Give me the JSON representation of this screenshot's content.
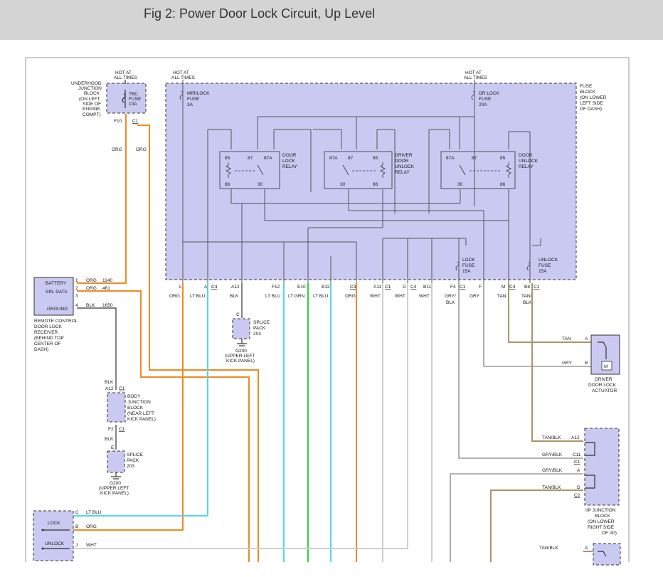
{
  "header": {
    "title": "Fig 2: Power Door Lock Circuit, Up Level"
  },
  "underhood": {
    "hot": [
      "HOT AT",
      "ALL TIMES"
    ],
    "desc": [
      "UNDERHOOD",
      "JUNCTION",
      "BLOCK",
      "(ON LEFT",
      "SIDE OF",
      "ENGINE",
      "COMPT)"
    ],
    "fuse": [
      "TBC",
      "FUSE",
      "10A"
    ],
    "pin_left": "F10",
    "pin_right": "C1",
    "wire_left": "ORG",
    "wire_right": "ORG"
  },
  "fuse_block": {
    "hot1": [
      "HOT AT",
      "ALL TIMES"
    ],
    "hot2": [
      "HOT AT",
      "ALL TIMES"
    ],
    "mir_fuse": [
      "MIR/LOCK",
      "FUSE",
      "3A"
    ],
    "dr_fuse": [
      "DR LOCK",
      "FUSE",
      "20A"
    ],
    "desc": [
      "FUSE",
      "BLOCK",
      "(ON LOWER",
      "LEFT SIDE",
      "OF DASH)"
    ],
    "lock_fuse": [
      "LOCK",
      "FUSE",
      "15A"
    ],
    "unlock_fuse": [
      "UNLOCK",
      "FUSE",
      "15A"
    ]
  },
  "relays": [
    {
      "name": [
        "DOOR",
        "LOCK",
        "RELAY"
      ],
      "pins": [
        "85",
        "87",
        "87A",
        "86",
        "30"
      ]
    },
    {
      "name": [
        "DRIVER",
        "DOOR",
        "UNLOCK",
        "RELAY"
      ],
      "pins": [
        "87A",
        "87",
        "85",
        "30",
        "86"
      ]
    },
    {
      "name": [
        "DOOR",
        "UNLOCK",
        "RELAY"
      ],
      "pins": [
        "87A",
        "87",
        "85",
        "30",
        "86"
      ]
    }
  ],
  "bottom_pins": [
    "L",
    "A",
    "C4",
    "A12",
    "F12",
    "E10",
    "B12",
    "C3",
    "A11",
    "C1",
    "D",
    "C4",
    "B11",
    "F4",
    "C1",
    "F",
    "M",
    "C4",
    "B8",
    "C1"
  ],
  "bottom_wires": [
    "ORG",
    "LT BLU",
    "BLK",
    "LT BLU",
    "LT GRN",
    "LT BLU",
    "ORG",
    "WHT",
    "WHT",
    "WHT",
    "GRY/",
    "BLK",
    "GRY",
    "TAN",
    "TAN/",
    "BLK"
  ],
  "receiver": {
    "labels": [
      "BATTERY",
      "SRL DATA",
      "GROUND"
    ],
    "pins": [
      "1",
      "2",
      "3",
      "4"
    ],
    "wires": [
      "ORG",
      "1140",
      "ORG",
      "461",
      "BLK",
      "1650"
    ],
    "desc": [
      "REMOTE CONTROL",
      "DOOR LOCK",
      "RECEIVER",
      "(BEHIND TOP",
      "CENTER OF",
      "DASH)"
    ]
  },
  "splice1": {
    "pin": "C",
    "name": [
      "SPLICE",
      "PACK",
      "203"
    ],
    "ground": [
      "G200",
      "(UPPER LEFT",
      "KICK PANEL)"
    ]
  },
  "body_junction": {
    "wire_top": "BLK",
    "pin_top": "A12",
    "conn_top": "C1",
    "name": [
      "BODY",
      "JUNCTION",
      "BLOCK",
      "(NEAR LEFT",
      "KICK PANEL)"
    ],
    "pin_bottom": "F2",
    "conn_bottom": "C1",
    "wire_bottom": "BLK"
  },
  "splice2": {
    "pin": "E",
    "name": [
      "SPLICE",
      "PACK",
      "203"
    ],
    "ground": [
      "G200",
      "(UPPER LEFT",
      "KICK PANEL)"
    ]
  },
  "switch": {
    "lock": "LOCK",
    "unlock": "UNLOCK",
    "pins": [
      "C",
      "B",
      "J"
    ],
    "wires": [
      "LT BLU",
      "ORG",
      "WHT"
    ]
  },
  "actuator": {
    "pins": [
      "A",
      "B"
    ],
    "wires": [
      "TAN",
      "GRY"
    ],
    "motor": "M",
    "name": [
      "DRIVER",
      "DOOR LOCK",
      "ACTUATOR"
    ]
  },
  "ip_junction": {
    "rows": [
      {
        "wire": "TAN/BLK",
        "pin": "A12"
      },
      {
        "wire": "GRY/BLK",
        "pin": "C11"
      },
      {
        "wire": "",
        "pin": "C1"
      },
      {
        "wire": "GRY/BLK",
        "pin": "A"
      },
      {
        "wire": "TAN/BLK",
        "pin": "D"
      },
      {
        "wire": "",
        "pin": "C2"
      }
    ],
    "name": [
      "I/P JUNCTION",
      "BLOCK",
      "(ON LOWER",
      "RIGHT SIDE",
      "OF I/P)"
    ]
  },
  "bottom_right": {
    "wire": "TAN/BLK",
    "pin": "A"
  },
  "colors": {
    "orange": "#ee8a22",
    "tan": "#a8956a",
    "gray": "#9a9a9a",
    "lt_blue": "#4fd8e8",
    "lt_green": "#30d040",
    "white": "#cfcfcf",
    "block_fill": "#c9c9f2"
  }
}
